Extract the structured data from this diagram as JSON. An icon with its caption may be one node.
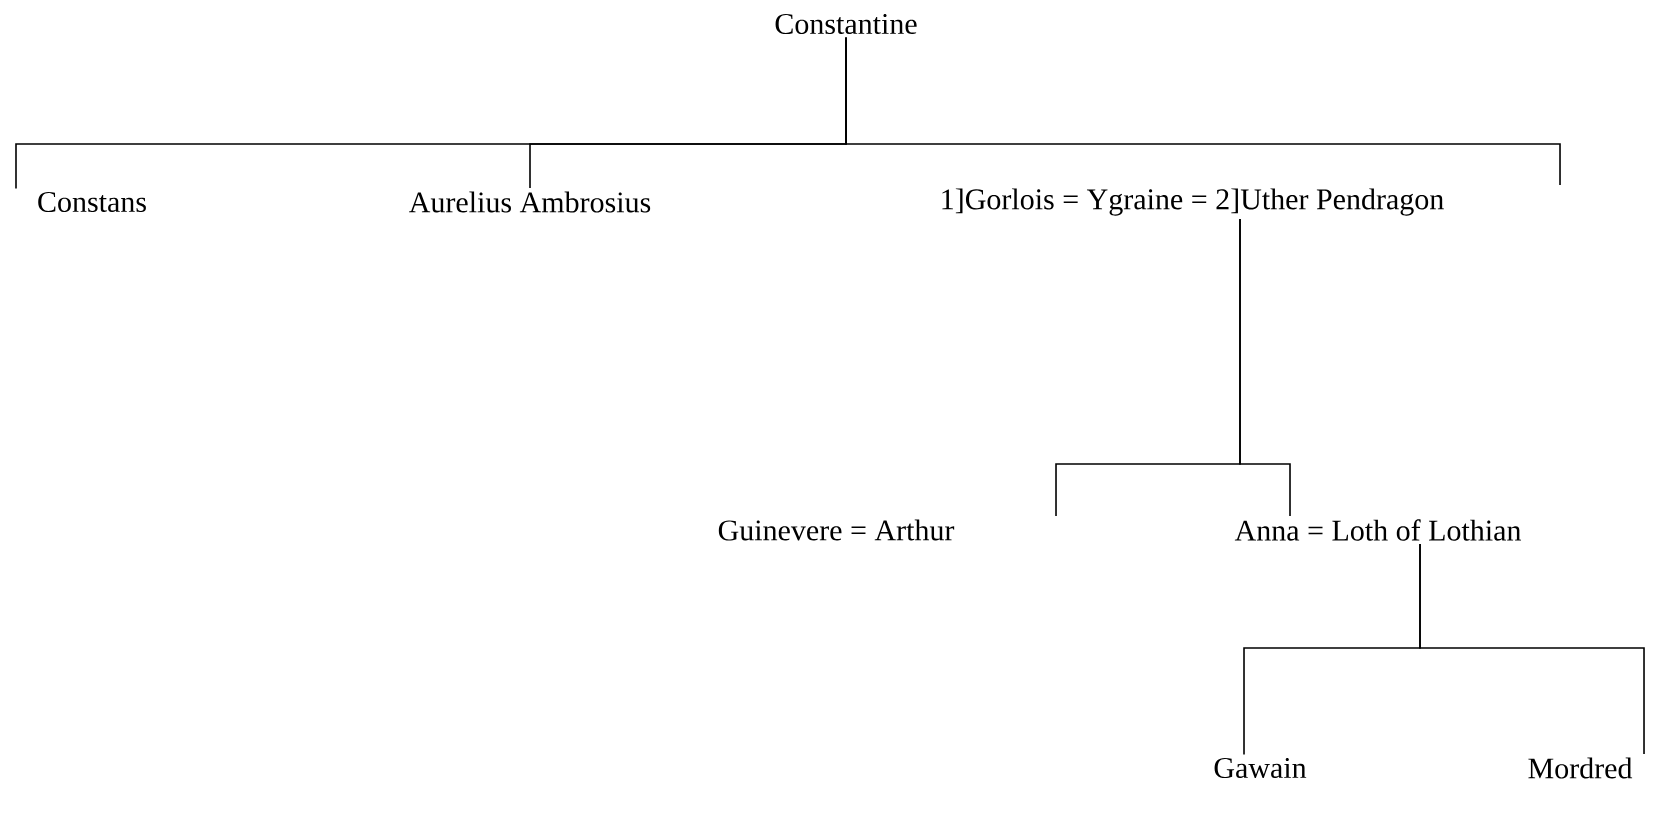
{
  "diagram": {
    "nodes": [
      {
        "text": [
          "Constantine"
        ]
      },
      {
        "text": [
          "Constans"
        ]
      },
      {
        "text": [
          "Aurelius Ambrosius"
        ]
      },
      {
        "text": [
          "1]Gorlois = Ygraine = 2]Uther Pendragon"
        ]
      },
      {
        "text": [
          "Guinevere = Arthur"
        ]
      },
      {
        "text": [
          "Anna = Loth of Lothian"
        ]
      },
      {
        "text": [
          "Gawain"
        ]
      },
      {
        "text": [
          "Mordred"
        ]
      }
    ],
    "edges": [
      {
        "from": 0,
        "to": 1,
        "arrow": "none"
      },
      {
        "from": 0,
        "to": 2,
        "arrow": "none"
      },
      {
        "from": 0,
        "to": 3,
        "arrow": "none"
      },
      {
        "from": 3,
        "to": 4,
        "arrow": "none"
      },
      {
        "from": 3,
        "to": 5,
        "arrow": "none"
      },
      {
        "from": 5,
        "to": 6,
        "arrow": "none"
      },
      {
        "from": 5,
        "to": 7,
        "arrow": "none"
      }
    ]
  }
}
